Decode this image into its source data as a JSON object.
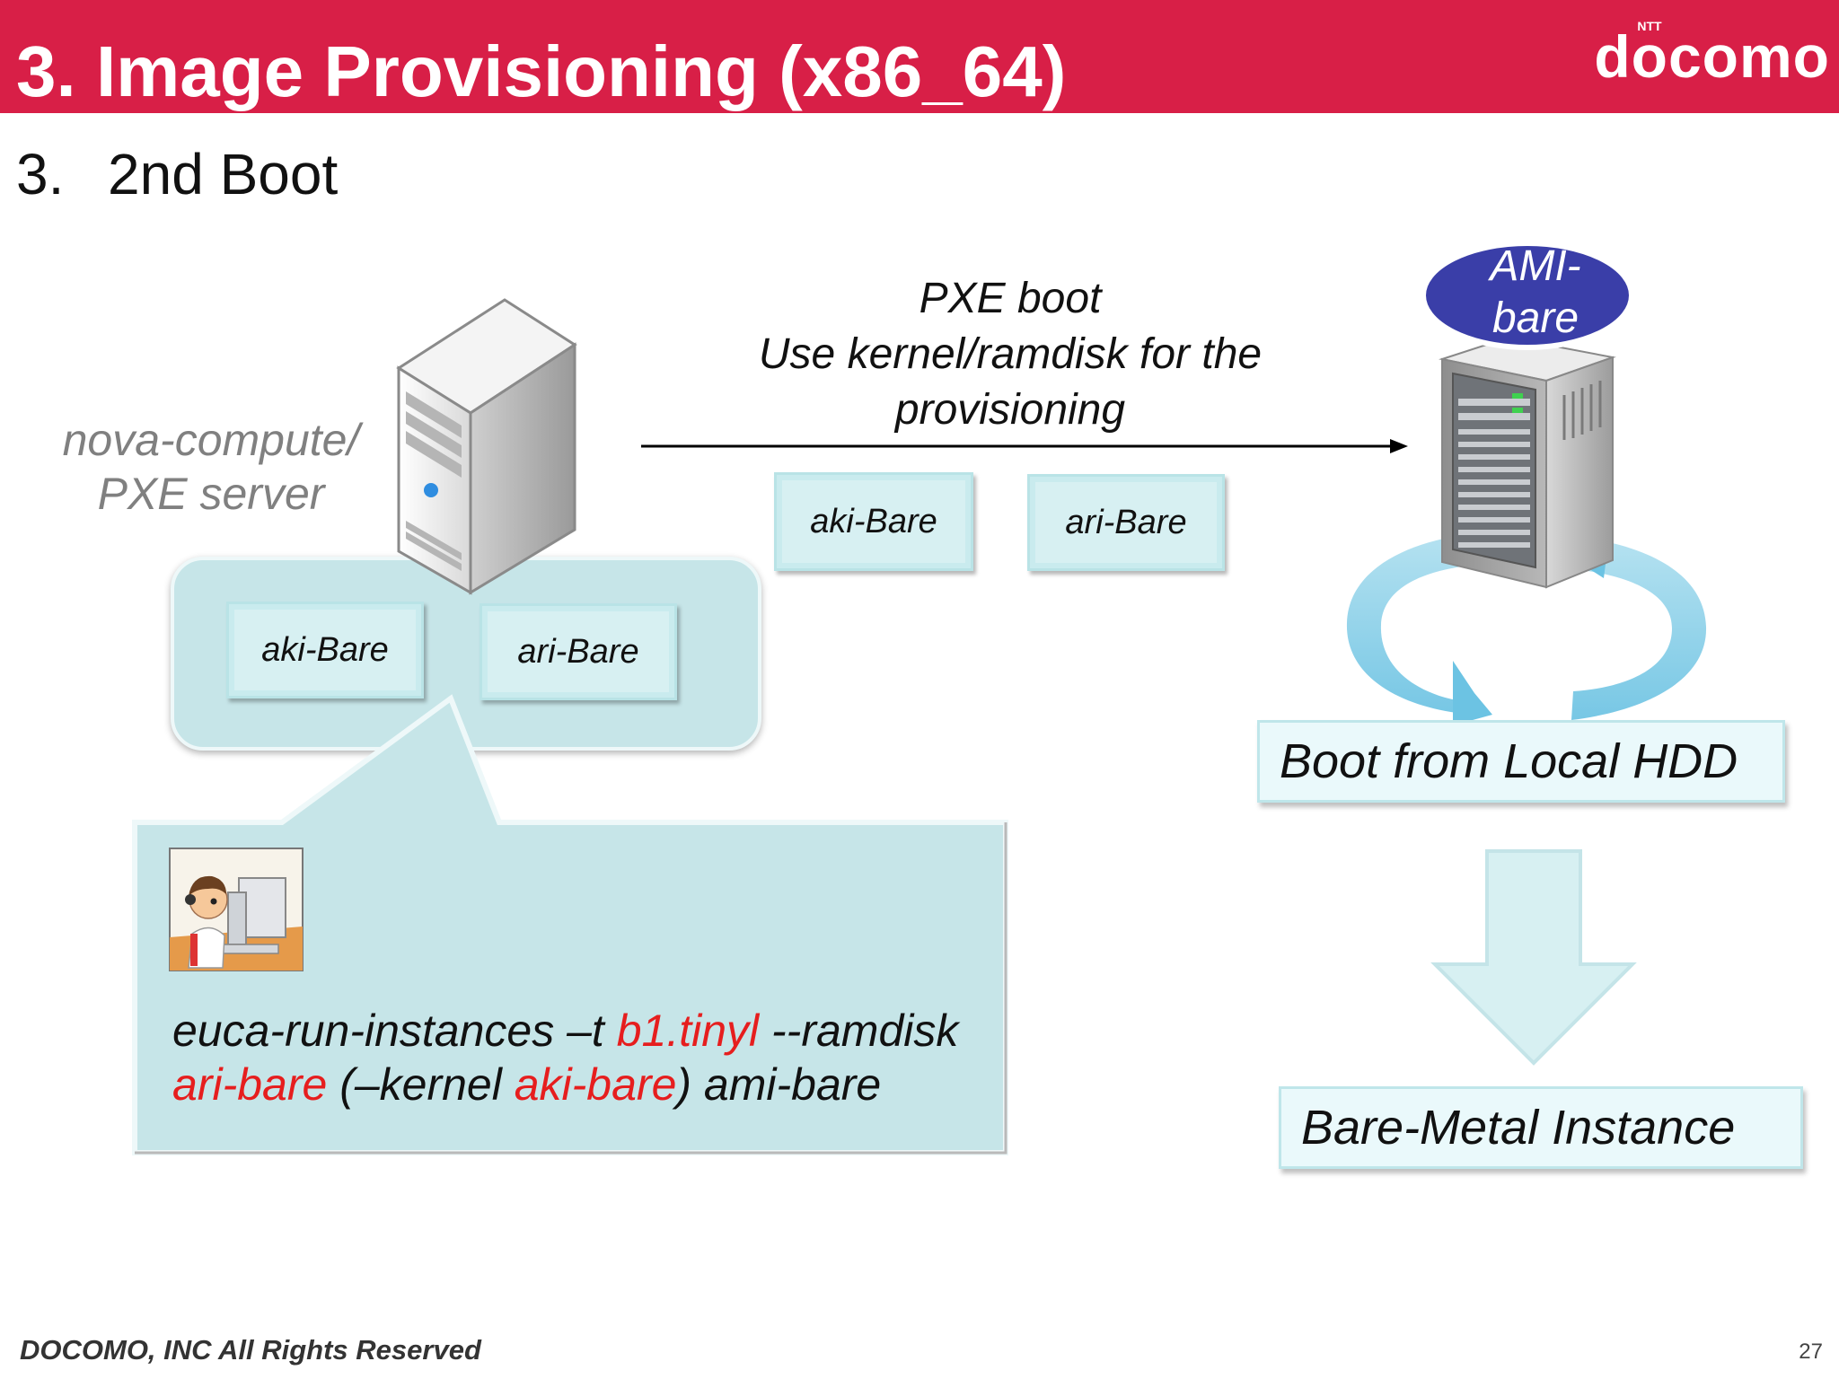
{
  "header": {
    "title": "3. Image Provisioning (x86_64)",
    "logo": "docomo",
    "logo_superscript": "NTT"
  },
  "subtitle": {
    "number": "3.",
    "text": "2nd Boot"
  },
  "source_node": {
    "label_line1": "nova-compute/",
    "label_line2": "PXE server"
  },
  "source_images": [
    {
      "label": "aki-Bare"
    },
    {
      "label": "ari-Bare"
    }
  ],
  "transfer": {
    "line1": "PXE boot",
    "line2": "Use kernel/ramdisk for the",
    "line3": "provisioning",
    "images": [
      {
        "label": "aki-Bare"
      },
      {
        "label": "ari-Bare"
      }
    ]
  },
  "target_node": {
    "badge_line1": "AMI-",
    "badge_line2": "bare"
  },
  "command": {
    "p1": "euca-run-instances –t ",
    "p2": "b1.tinyl",
    "p3": " --ramdisk",
    "p4": "ari-bare",
    "p5": " (–kernel ",
    "p6": "aki-bare",
    "p7": ") ami-bare"
  },
  "steps": {
    "boot_local": "Boot from Local HDD",
    "result": "Bare-Metal Instance"
  },
  "footer": {
    "copyright": "DOCOMO, INC All Rights Reserved",
    "page": "27"
  },
  "colors": {
    "header_red": "#d81f47",
    "panel_teal": "#c6e5e8",
    "highlight_red": "#e61e1e",
    "badge_blue": "#3a3ea8"
  }
}
